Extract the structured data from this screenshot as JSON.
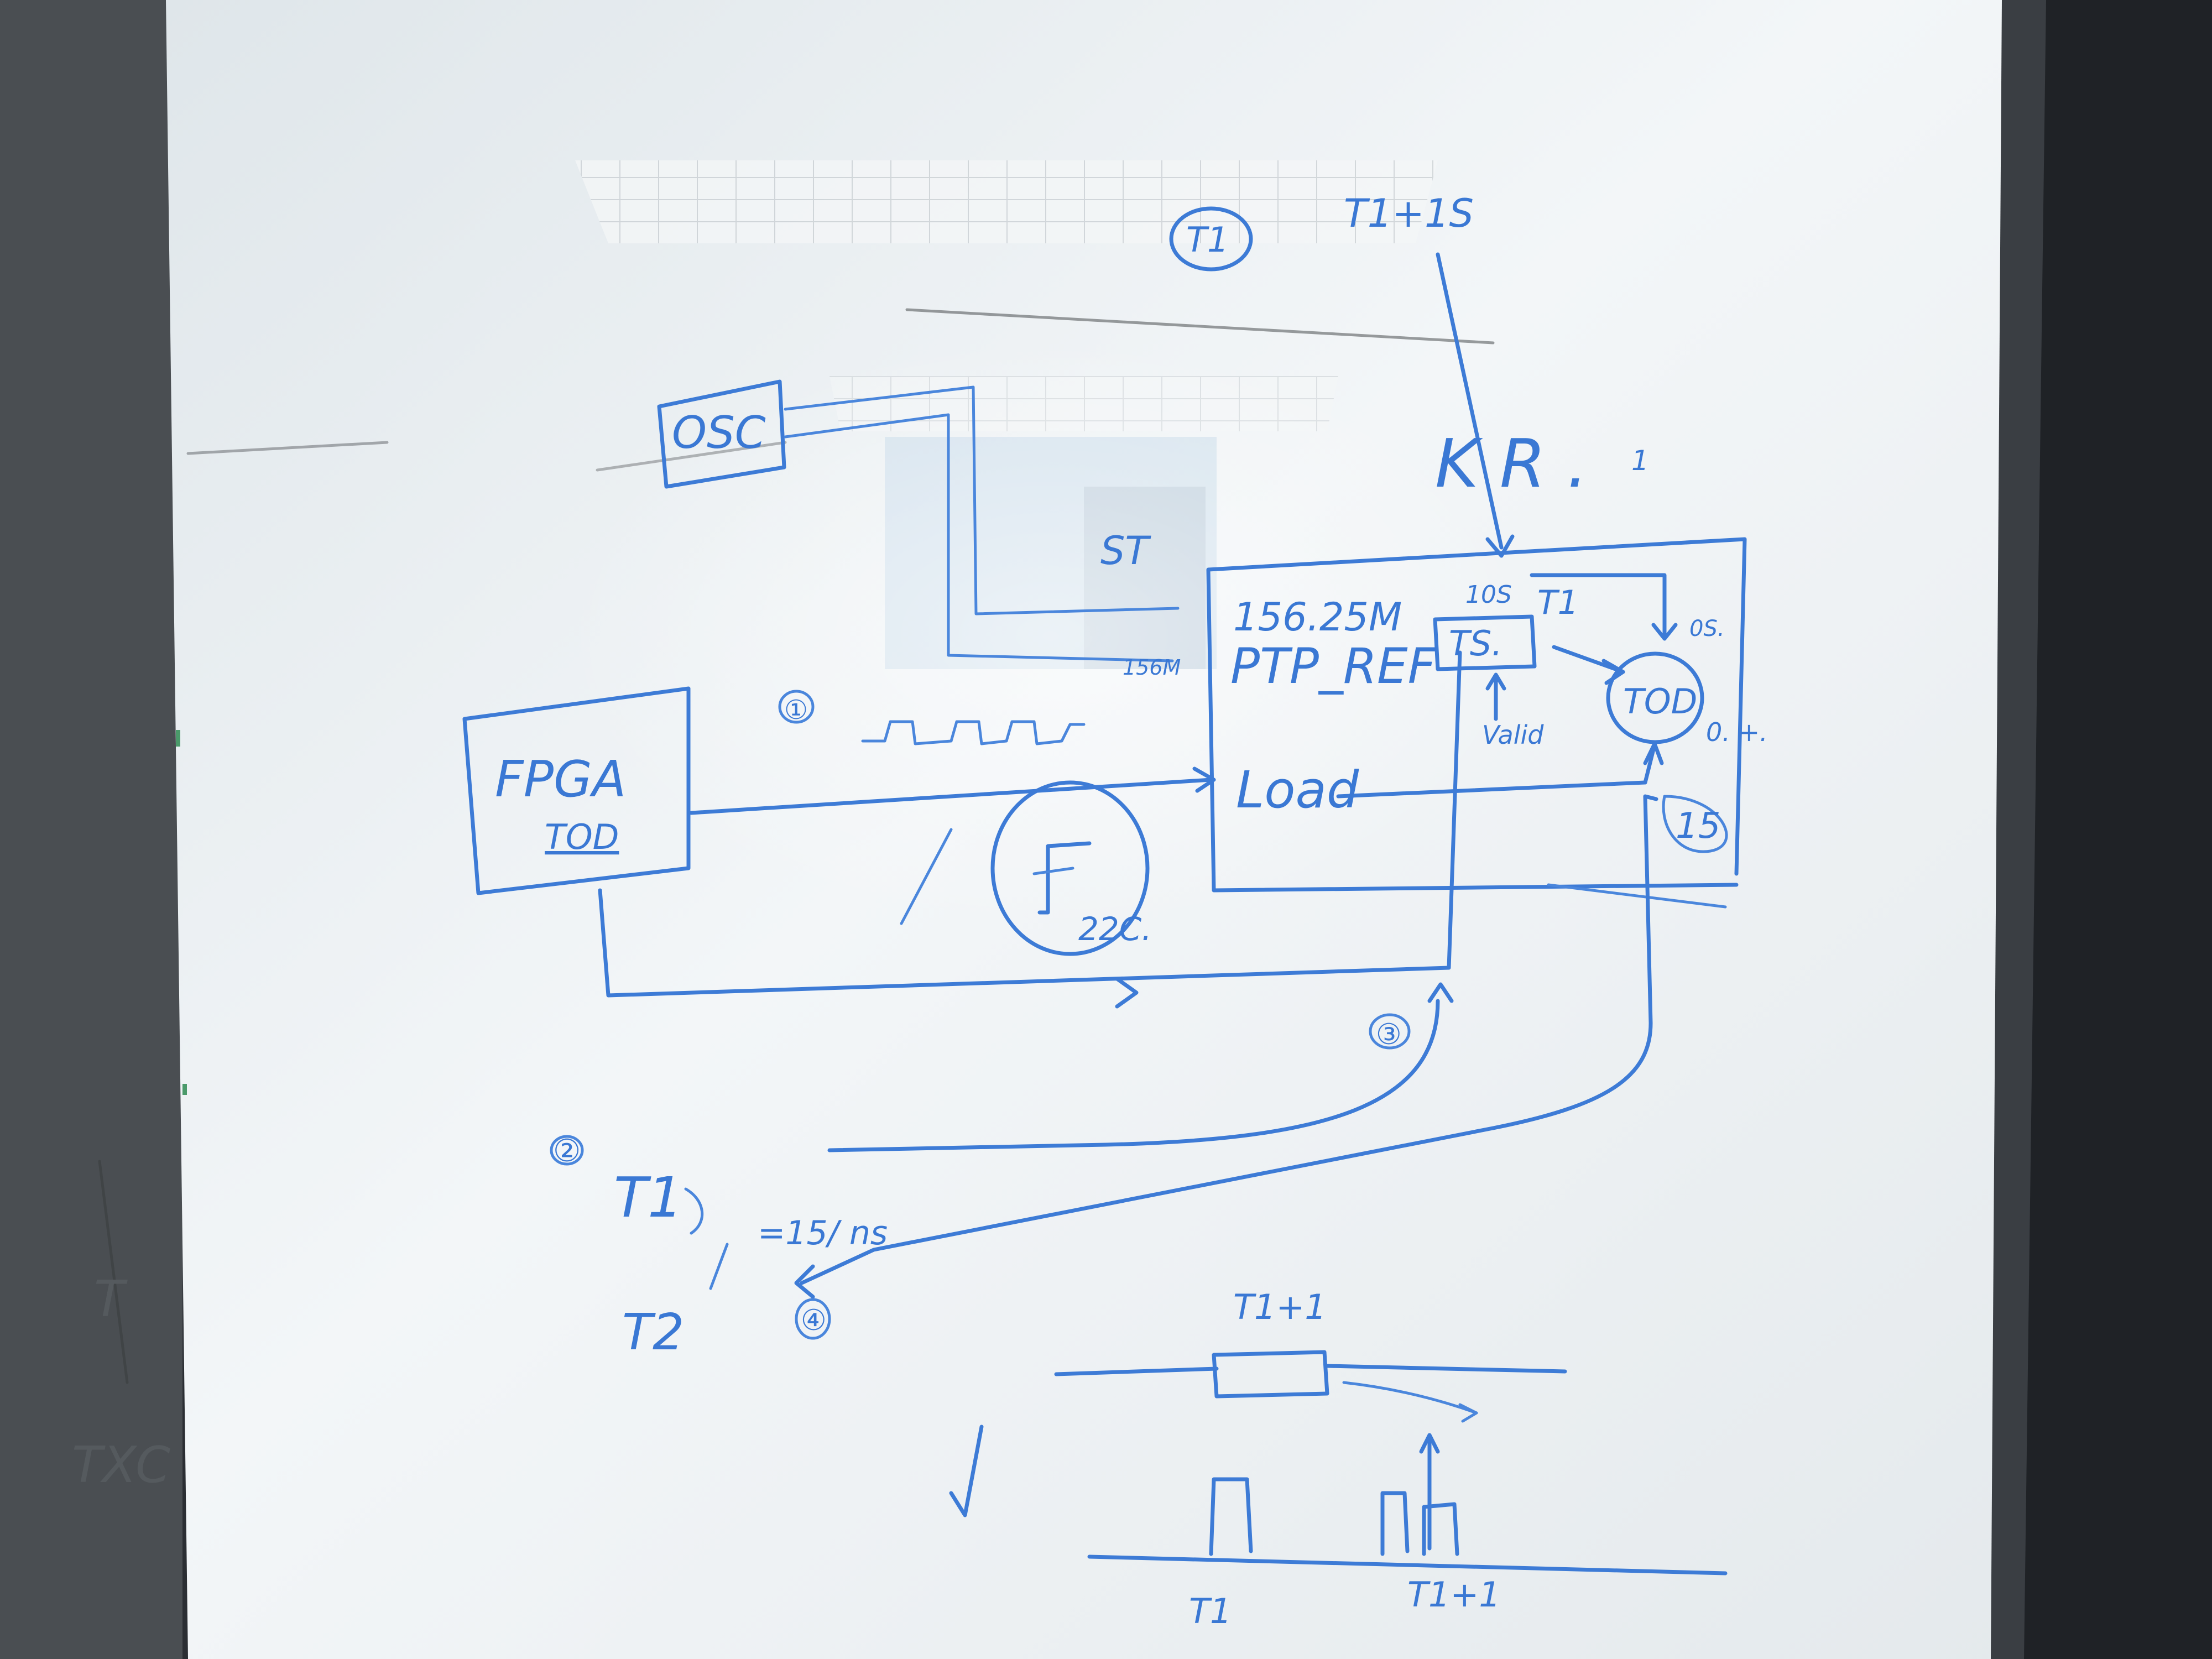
{
  "labels": {
    "t1_circle": "T1",
    "t1_plus_1s": "T1+1S",
    "kr": "K R .",
    "kr_tick": "1",
    "osc": "OSC",
    "st": "ST",
    "freq_156": "156.25M",
    "ptp_ref": "PTP_REF",
    "freq_small": "156M",
    "ns_10": "10S",
    "t1_small": "T1",
    "ts": "TS.",
    "os": "0S.",
    "tod": "TOD",
    "valid": "Valid",
    "zero_plus": "0. +.",
    "load": "Load",
    "fpga": "FPGA",
    "tod_fpga": "TOD",
    "circled_1": "①",
    "circled_15": "15",
    "temp": "22C.",
    "circled_3": "③",
    "circled_2": "②",
    "t1_big": "T1",
    "eq_15": "=15/ ns",
    "t2": "T2",
    "circled_4": "④",
    "t1_plus_1": "T1+1",
    "check": "√",
    "t1_axis": "T1",
    "t1_plus_1_axis": "T1+1",
    "left_t": "T",
    "left_txc": "TXC"
  },
  "colors": {
    "board": "#eef2f4",
    "marker_blue": "#3d7bd6",
    "frame": "#2a2d31"
  }
}
